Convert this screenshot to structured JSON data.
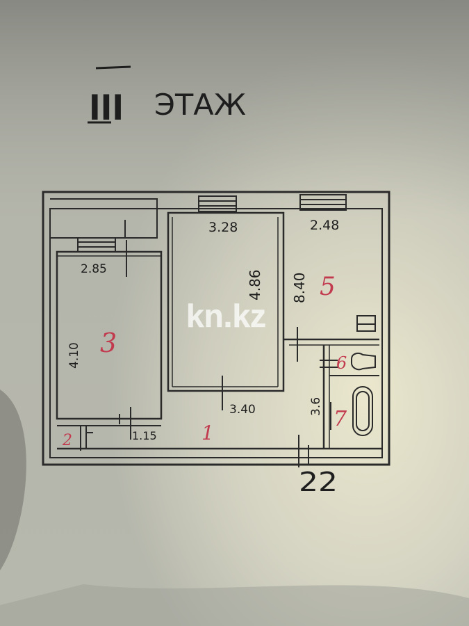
{
  "plan": {
    "title": "III ЭТАЖ",
    "title_roman": "III",
    "title_word": "ЭТАЖ",
    "apartment_number": "22",
    "watermark": "kn.kz",
    "colors": {
      "paper": "#c9cac1",
      "ink": "#1e1e1e",
      "room_number_ink": "#c23a4e"
    },
    "rooms": [
      {
        "number": "1"
      },
      {
        "number": "2"
      },
      {
        "number": "3"
      },
      {
        "number": "5"
      },
      {
        "number": "6"
      },
      {
        "number": "7"
      }
    ],
    "dimensions": {
      "room3_width": "2.85",
      "room3_length": "4.10",
      "room3_lower": "1.15",
      "center_width": "3.28",
      "center_length": "4.86",
      "center_lower": "3.40",
      "room5_width": "2.48",
      "room5_length": "8.40",
      "room7_length": "3.6"
    }
  }
}
